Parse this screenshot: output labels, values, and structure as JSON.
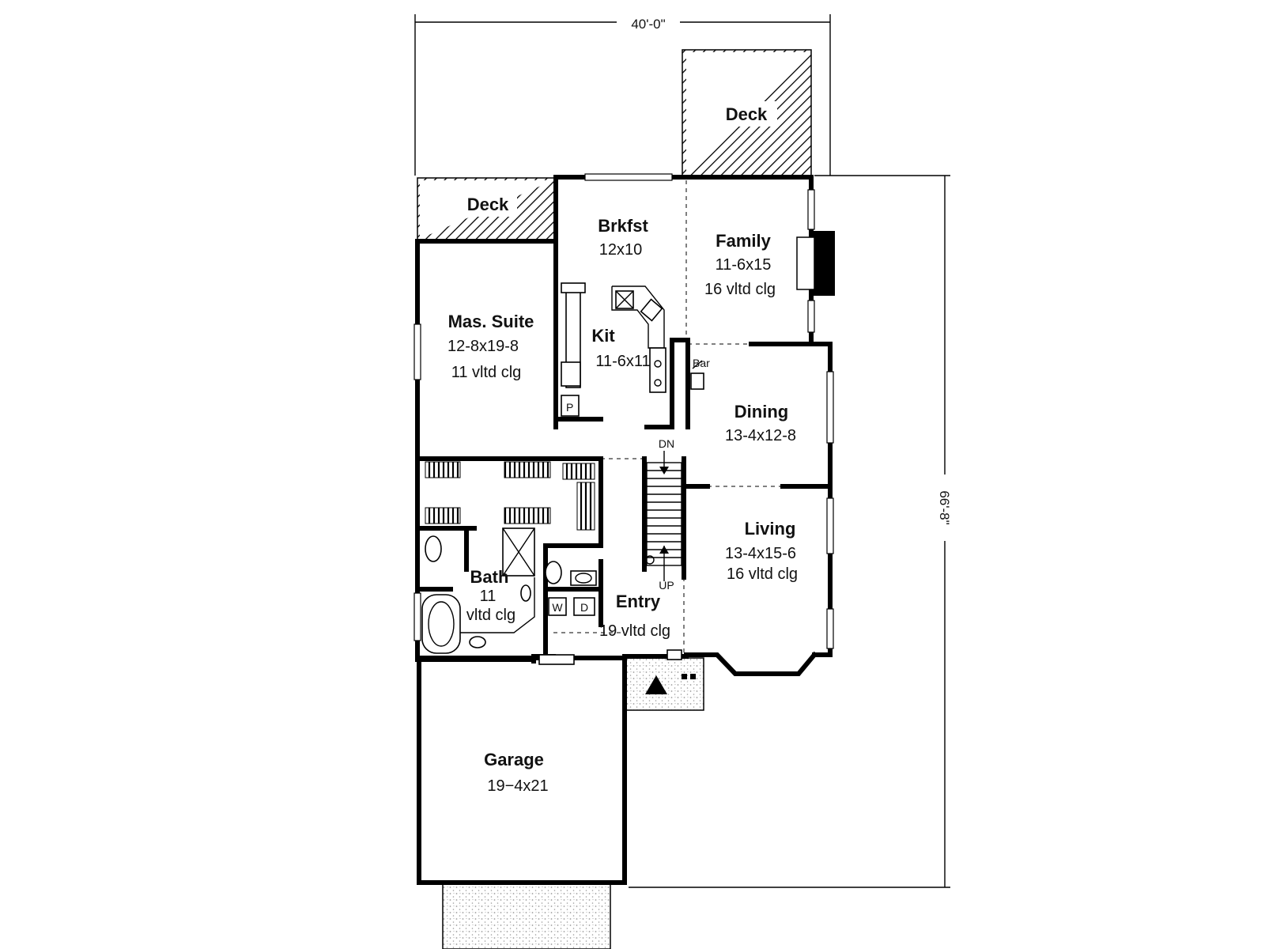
{
  "dimensions": {
    "width": "40'-0\"",
    "depth": "66'-8\""
  },
  "rooms": {
    "deck_top": {
      "name": "Deck"
    },
    "deck_left": {
      "name": "Deck"
    },
    "brkfst": {
      "name": "Brkfst",
      "size": "12x10"
    },
    "family": {
      "name": "Family",
      "size": "11-6x15",
      "note": "16 vltd clg"
    },
    "mas_suite": {
      "name": "Mas. Suite",
      "size": "12-8x19-8",
      "note": "11 vltd clg"
    },
    "kit": {
      "name": "Kit",
      "size": "11-6x11"
    },
    "dining": {
      "name": "Dining",
      "size": "13-4x12-8"
    },
    "living": {
      "name": "Living",
      "size": "13-4x15-6",
      "note": "16 vltd clg"
    },
    "bath": {
      "name": "Bath",
      "size": "11",
      "note": "vltd clg"
    },
    "entry": {
      "name": "Entry",
      "note": "19 vltd clg"
    },
    "garage": {
      "name": "Garage",
      "size": "19−4x21"
    }
  },
  "labels": {
    "bar": "Bar",
    "pantry": "P",
    "stair_down": "DN",
    "stair_up": "UP",
    "washer": "W",
    "dryer": "D"
  },
  "colors": {
    "line": "#000000",
    "background": "#ffffff",
    "stipple": "#9a9a9a"
  }
}
